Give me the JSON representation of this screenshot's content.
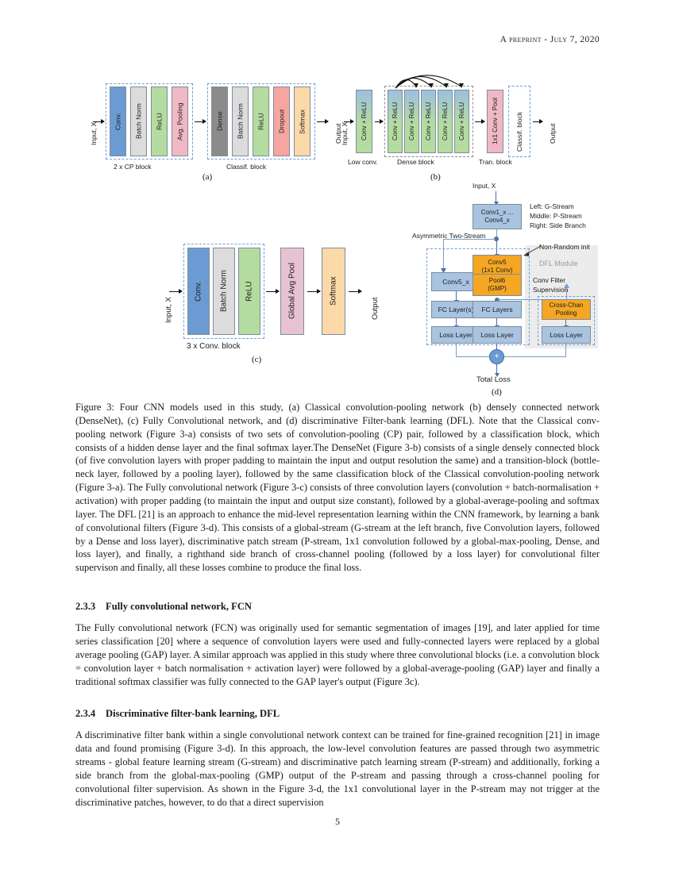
{
  "header": {
    "running_head": "A preprint - July 7, 2020"
  },
  "page_number": "5",
  "figure": {
    "sublabels": {
      "a": "(a)",
      "b": "(b)",
      "c": "(c)",
      "d": "(d)"
    },
    "a": {
      "input_label": "Input, X",
      "output_label": "Output",
      "group1": "2 x CP block",
      "group2": "Classif. block",
      "layers": [
        {
          "name": "Conv.",
          "color": "#6b9bd2"
        },
        {
          "name": "Batch Norm",
          "color": "#dcdcdc"
        },
        {
          "name": "ReLU",
          "color": "#b5dca0"
        },
        {
          "name": "Avg. Pooling",
          "color": "#f0b8c4"
        },
        {
          "name": "Dense",
          "color": "#8b8b8b"
        },
        {
          "name": "Batch Norm",
          "color": "#dcdcdc"
        },
        {
          "name": "ReLU",
          "color": "#b5dca0"
        },
        {
          "name": "Dropout",
          "color": "#f5a6a0"
        },
        {
          "name": "Softmax",
          "color": "#fcd9a8"
        }
      ]
    },
    "b": {
      "input_label": "Input, X",
      "output_label": "Output",
      "group_low": "Low conv.",
      "group_dense": "Dense block",
      "group_tran": "Tran. block",
      "group_classif": "Classif. block",
      "low_conv": "Conv + ReLU",
      "dense_layers": [
        "Conv + ReLU",
        "Conv + ReLU",
        "Conv + ReLU",
        "Conv + ReLU",
        "Conv + ReLU"
      ],
      "transition": "1x1 Conv + Pool"
    },
    "c": {
      "input_label": "Input, X",
      "output_label": "Output",
      "group1": "3 x Conv. block",
      "layers": [
        {
          "name": "Conv.",
          "color": "#6b9bd2"
        },
        {
          "name": "Batch Norm",
          "color": "#dcdcdc"
        },
        {
          "name": "ReLU",
          "color": "#b5dca0"
        },
        {
          "name": "Global Avg Pool",
          "color": "#e7c3d2"
        },
        {
          "name": "Softmax",
          "color": "#fcd9a8"
        }
      ]
    },
    "d": {
      "input_label": "Input, X",
      "stem": "Conv1_x ...\nConv4_x",
      "stem_line1": "Conv1_x ...",
      "stem_line2": "Conv4_x",
      "legend": [
        "Left: G-Stream",
        "Middle: P-Stream",
        "Right: Side Branch"
      ],
      "annotation_asym": "Asymmetric Two-Stream",
      "annotation_init": "Non-Random init",
      "annotation_dfl": "DFL Module",
      "annotation_supervision_l1": "Conv Filter",
      "annotation_supervision_l2": "Supervision",
      "g_stream": [
        "Conv5_x",
        "FC Layer(s)",
        "Loss Layer"
      ],
      "p_stream": [
        {
          "line1": "Conv5",
          "line2": "(1x1 Conv)",
          "color": "#f5a623"
        },
        {
          "line1": "Pool6",
          "line2": "(GMP)",
          "color": "#f5a623"
        },
        {
          "line1": "FC Layers",
          "line2": "",
          "color": "#a8c4e0"
        },
        {
          "line1": "Loss Layer",
          "line2": "",
          "color": "#a8c4e0"
        }
      ],
      "side_branch": [
        {
          "line1": "Cross-Chan",
          "line2": "Pooling",
          "color": "#f5a623"
        },
        {
          "line1": "Loss Layer",
          "line2": "",
          "color": "#a8c4e0"
        }
      ],
      "sum_symbol": "+",
      "total_loss": "Total Loss"
    },
    "caption": "Figure 3: Four CNN models used in this study, (a) Classical convolution-pooling network (b) densely connected network (DenseNet), (c) Fully Convolutional network, and (d) discriminative Filter-bank learning (DFL). Note that the Classical conv-pooling network (Figure 3-a) consists of two sets of convolution-pooling (CP) pair, followed by a classification block, which consists of a hidden dense layer and the final softmax layer.The DenseNet (Figure 3-b) consists of a single densely connected block (of five convolution layers with proper padding to maintain the input and output resolution the same) and a transition-block (bottle-neck layer, followed by a pooling layer), followed by the same classification block of the Classical convolution-pooling network (Figure 3-a). The Fully convolutional network (Figure 3-c) consists of three convolution layers (convolution + batch-normalisation + activation) with proper padding (to maintain the input and output size constant), followed by a global-average-pooling and softmax layer. The DFL [21] is an approach to enhance the mid-level representation learning within the CNN framework, by learning a bank of convolutional filters (Figure 3-d). This consists of a global-stream (G-stream at the left branch, five Convolution layers, followed by a Dense and loss layer), discriminative patch stream (P-stream, 1x1 convolution followed by a global-max-pooling, Dense, and loss layer), and finally, a righthand side branch of cross-channel pooling (followed by a loss layer) for convolutional filter supervison and finally, all these losses combine to produce the final loss."
  },
  "sections": [
    {
      "number": "2.3.3",
      "title": "Fully convolutional network, FCN",
      "body": "The Fully convolutional network (FCN) was originally used for semantic segmentation of images [19], and later applied for time series classification [20] where a sequence of convolution layers were used and fully-connected layers were replaced by a global average pooling (GAP) layer. A similar approach was applied in this study where three convolutional blocks (i.e. a convolution block = convolution layer + batch normalisation + activation layer) were followed by a global-average-pooling (GAP) layer and finally a traditional softmax classifier was fully connected to the GAP layer's output (Figure 3c)."
    },
    {
      "number": "2.3.4",
      "title": "Discriminative filter-bank learning, DFL",
      "body": "A discriminative filter bank within a single convolutional network context can be trained for fine-grained recognition [21] in image data and found promising (Figure 3-d). In this approach, the low-level convolution features are passed through two asymmetric streams - global feature learning stream (G-stream) and discriminative patch learning stream (P-stream) and additionally, forking a side branch from the global-max-pooling (GMP) output of the P-stream and passing through a cross-channel pooling for convolutional filter supervision. As shown in the Figure 3-d, the 1x1 convolutional layer in the P-stream may not trigger at the discriminative patches, however, to do that a direct supervision"
    }
  ]
}
